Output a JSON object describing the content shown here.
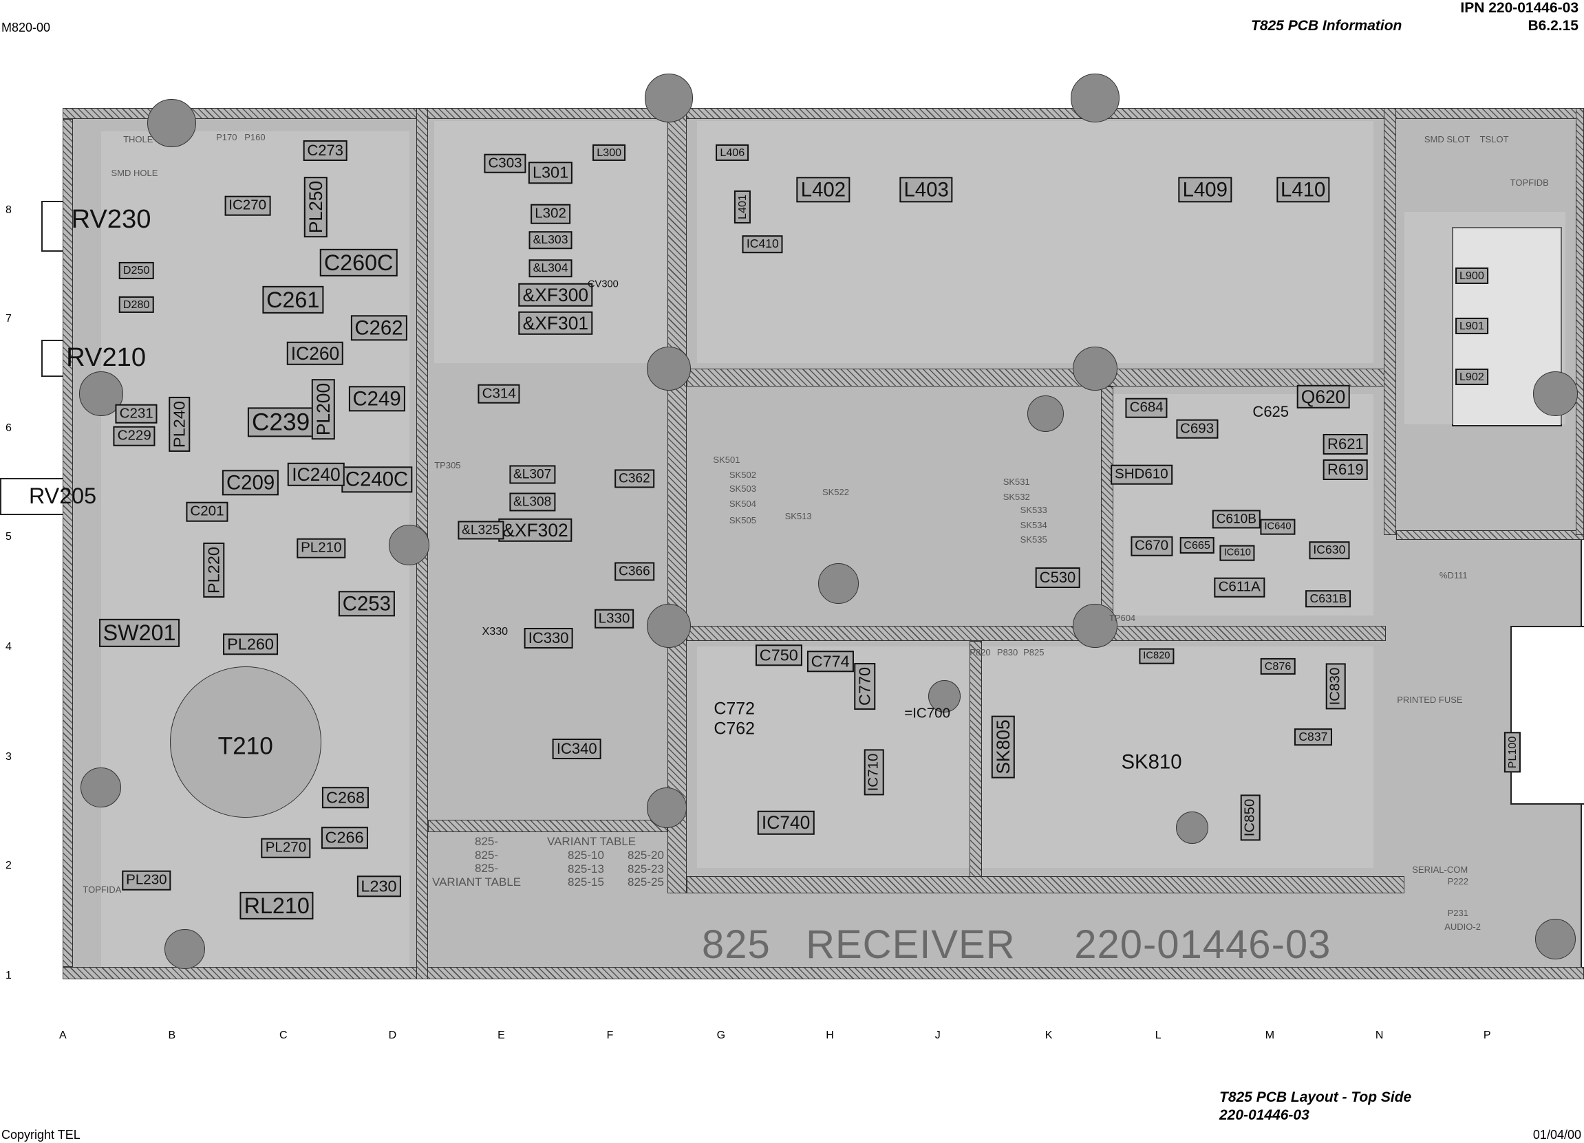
{
  "header": {
    "doc_code": "M820-00",
    "ipn": "IPN 220-01446-03",
    "section_title": "T825 PCB Information",
    "section_number": "B6.2.15"
  },
  "footer": {
    "caption_line1": "T825 PCB Layout - Top Side",
    "caption_line2": "220-01446-03",
    "copyright": "Copyright TEL",
    "date": "01/04/00"
  },
  "grid": {
    "columns": [
      "A",
      "B",
      "C",
      "D",
      "E",
      "F",
      "G",
      "H",
      "J",
      "K",
      "L",
      "M",
      "N",
      "P"
    ],
    "rows": [
      "8",
      "7",
      "6",
      "5",
      "4",
      "3",
      "2",
      "1"
    ]
  },
  "board": {
    "silkscreen_title": "825   RECEIVER     220-01446-03",
    "notes": [
      "THOLE",
      "SMD HOLE",
      "SMD SLOT",
      "TSLOT",
      "TOPFIDA",
      "TOPFIDB",
      "PRINTED FUSE",
      "SERIAL-COM",
      "AUDIO-2",
      "P222",
      "P231",
      "P170",
      "P160",
      "%D111",
      "SK501",
      "SK502",
      "SK503",
      "SK504",
      "SK505",
      "SK513",
      "SK522",
      "SK531",
      "SK532",
      "SK533",
      "SK534",
      "SK535",
      "P820",
      "P830",
      "P825",
      "TP305",
      "TP604"
    ],
    "variant_table_left": {
      "title": "VARIANT   TABLE",
      "rows": [
        "825-",
        "825-",
        "825-"
      ]
    },
    "variant_table_right": {
      "title": "VARIANT   TABLE",
      "col1": [
        "825-10",
        "825-13",
        "825-15"
      ],
      "col2": [
        "825-20",
        "825-23",
        "825-25"
      ]
    }
  },
  "components": [
    "RV230",
    "RV210",
    "RV205",
    "SW201",
    "T210",
    "RL210",
    "L230",
    "PL230",
    "C273",
    "C260C",
    "C261",
    "C262",
    "IC260",
    "C249",
    "C239",
    "PL200",
    "C240C",
    "IC240",
    "C209",
    "PL240",
    "PL250",
    "C253",
    "PL210",
    "PL220",
    "PL260",
    "C268",
    "C266",
    "PL270",
    "C231",
    "C229",
    "C201",
    "D250",
    "D280",
    "IC270",
    "C303",
    "L301",
    "L302",
    "&L303",
    "&L304",
    "&XF300",
    "&XF301",
    "C314",
    "&L307",
    "&L308",
    "&XF302",
    "&L325",
    "C362",
    "C366",
    "L330",
    "IC330",
    "X330",
    "IC340",
    "L300",
    "CV300",
    "L402",
    "L403",
    "L409",
    "L410",
    "IC410",
    "L406",
    "L401",
    "C684",
    "C693",
    "C625",
    "Q620",
    "R621",
    "R619",
    "SHD610",
    "C610B",
    "C670",
    "IC630",
    "C611A",
    "C631B",
    "C530",
    "L900",
    "L901",
    "L902",
    "C750",
    "C774",
    "C770",
    "C772",
    "C762",
    "IC740",
    "IC710",
    "=IC700",
    "SK805",
    "SK810",
    "IC830",
    "IC850",
    "PL100",
    "C665",
    "IC640",
    "IC610",
    "C837",
    "C876",
    "IC820"
  ]
}
